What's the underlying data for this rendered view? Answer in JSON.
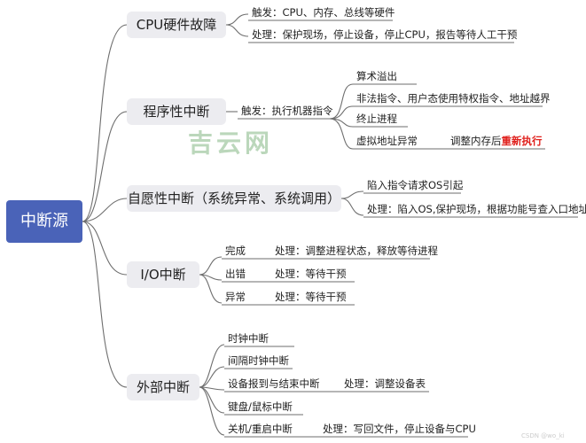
{
  "root": "中断源",
  "watermark": "吉云网",
  "watermark_corner": "CSDN @wo_ki",
  "branches": {
    "cpu": {
      "label": "CPU硬件故障",
      "items": [
        "触发：CPU、内存、总线等硬件",
        "处理：保护现场，停止设备，停止CPU，报告等待人工干预"
      ]
    },
    "program": {
      "label": "程序性中断",
      "trigger": "触发：执行机器指令",
      "items": [
        "算术溢出",
        "非法指令、用户态使用特权指令、地址越界",
        "终止进程",
        "虚拟地址异常"
      ],
      "vaddr_note": "调整内存后",
      "vaddr_note_red": "重新执行"
    },
    "voluntary": {
      "label": "自愿性中断（系统异常、系统调用）",
      "items": [
        "陷入指令请求OS引起",
        "处理：陷入OS,保护现场，根据功能号查入口地址"
      ]
    },
    "io": {
      "label": "I/O中断",
      "rows": [
        {
          "name": "完成",
          "action": "处理：调整进程状态，释放等待进程"
        },
        {
          "name": "出错",
          "action": "处理：等待干预"
        },
        {
          "name": "异常",
          "action": "处理：等待干预"
        }
      ]
    },
    "external": {
      "label": "外部中断",
      "rows": [
        {
          "name": "时钟中断",
          "action": ""
        },
        {
          "name": "间隔时钟中断",
          "action": ""
        },
        {
          "name": "设备报到与结束中断",
          "action": "处理：调整设备表"
        },
        {
          "name": "键盘/鼠标中断",
          "action": ""
        },
        {
          "name": "关机/重启中断",
          "action": "处理：写回文件，停止设备与CPU"
        }
      ]
    }
  }
}
